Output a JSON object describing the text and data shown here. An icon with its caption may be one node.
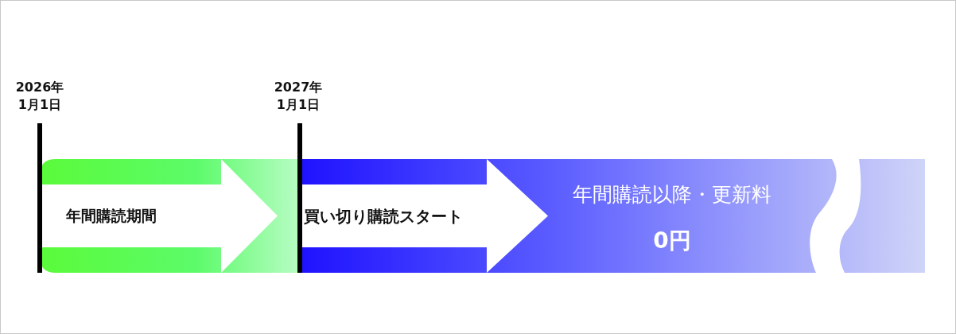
{
  "diagram": {
    "nodes": [
      {
        "text": [
          "年間購読期間"
        ]
      },
      {
        "text": [
          "買い切り購読スタート"
        ]
      },
      {
        "text": [
          "年間購読以降・更新料",
          "0円"
        ]
      }
    ],
    "labels": [
      "2026年",
      "1月1日",
      "2027年",
      "1月1日"
    ]
  }
}
